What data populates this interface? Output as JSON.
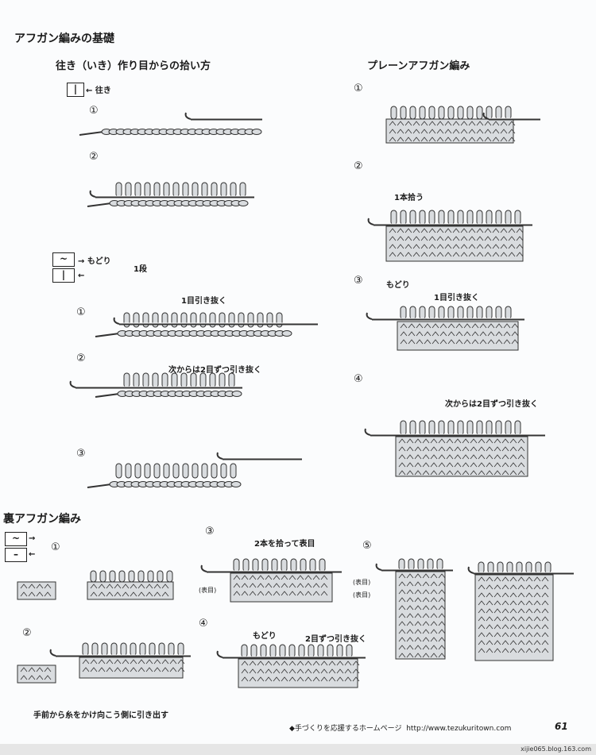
{
  "page": {
    "title": "アフガン編みの基礎",
    "page_number": "61",
    "footer_text": "◆手づくりを応援するホームページ",
    "footer_url": "http://www.tezukuritown.com",
    "watermark": "xijie065.blog.163.com"
  },
  "left": {
    "subtitle": "往き（いき）作り目からの拾い方",
    "forward_label": "往き",
    "return_label": "もどり",
    "one_row": "1段",
    "pull_one": "1目引き抜く",
    "pull_two": "次からは2目ずつ引き抜く",
    "nums": [
      "①",
      "②",
      "①",
      "②",
      "③"
    ]
  },
  "right": {
    "subtitle": "プレーンアフガン編み",
    "pick_one": "1本拾う",
    "return_label": "もどり",
    "pull_one": "1目引き抜く",
    "pull_two": "次からは2目ずつ引き抜く",
    "nums": [
      "①",
      "②",
      "③",
      "④"
    ]
  },
  "bottom": {
    "subtitle": "裏アフガン編み",
    "pick_two": "2本を拾って表目",
    "return_label": "もどり",
    "pull_two": "2目ずつ引き抜く",
    "omote": "(表目)",
    "instruction": "手前から糸をかけ向こう側に引き出す",
    "nums": [
      "①",
      "②",
      "③",
      "④",
      "⑤"
    ]
  },
  "symbols": {
    "bar": "|",
    "wave": "~",
    "dash": "–"
  }
}
